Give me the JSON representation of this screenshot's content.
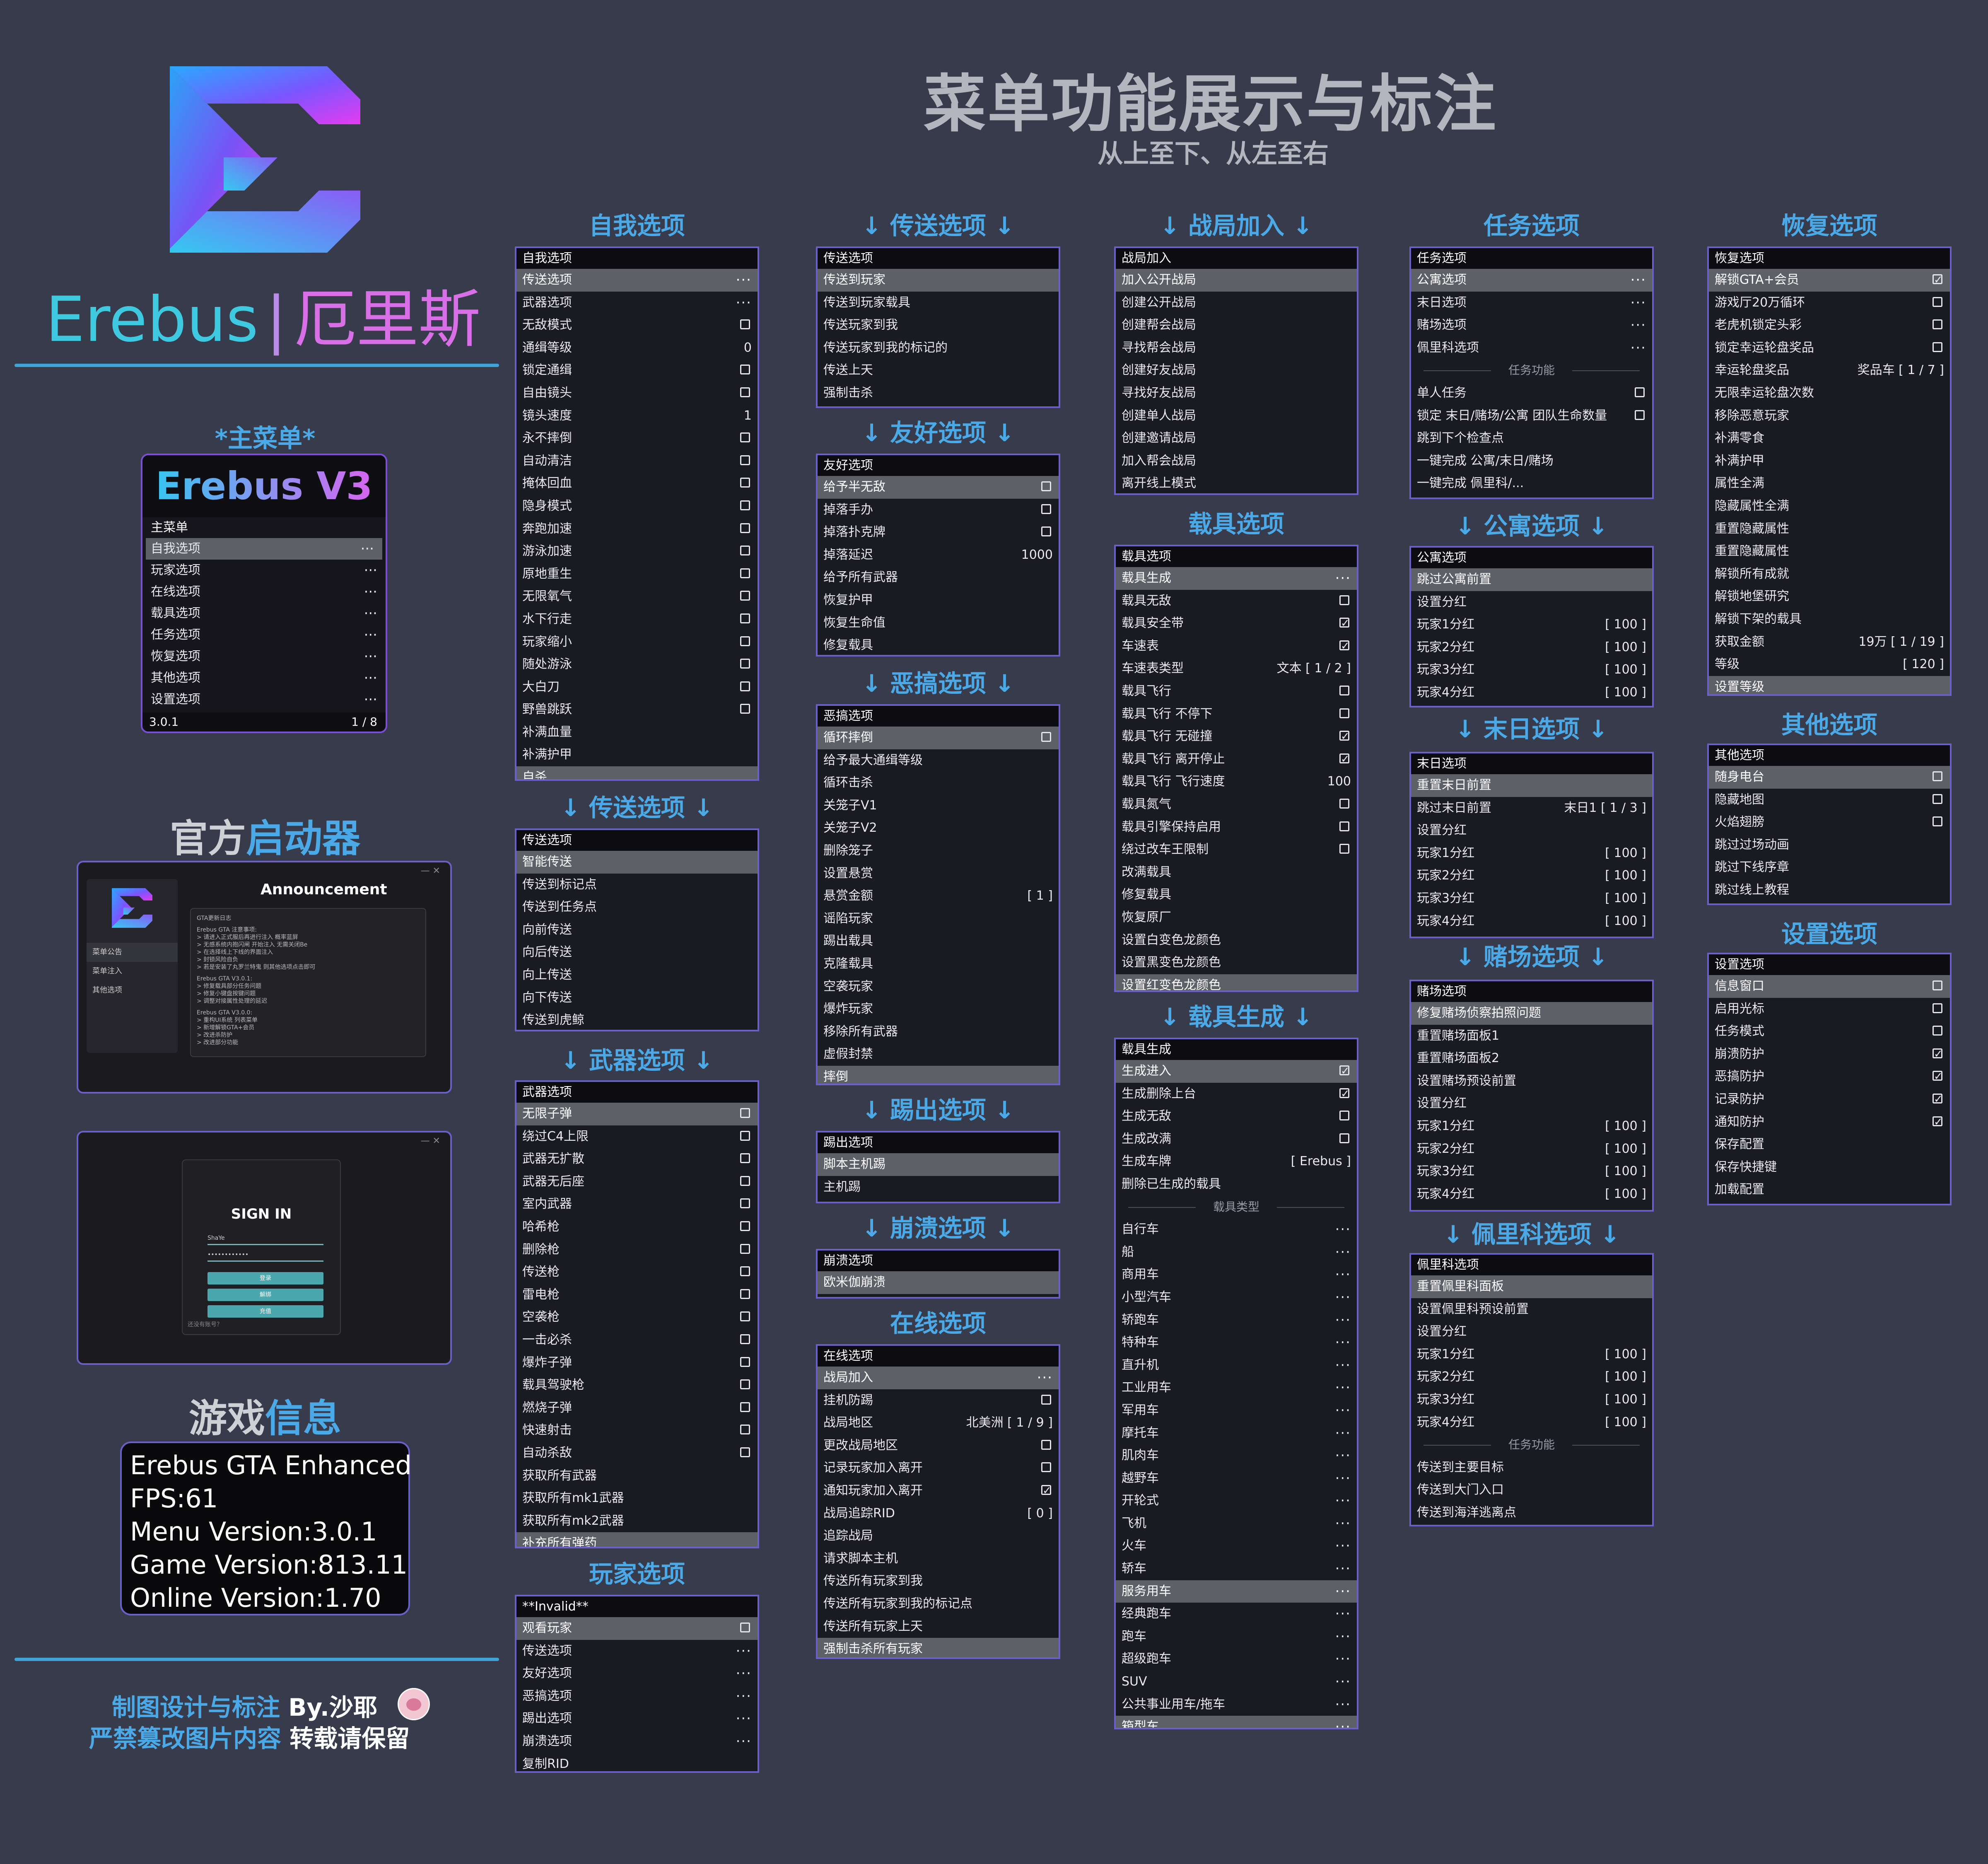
{
  "header": {
    "title": "菜单功能展示与标注",
    "subtitle": "从上至下、从左至右"
  },
  "brand": {
    "en": "Erebus",
    "sep": "|",
    "cn": "厄里斯"
  },
  "main_menu": {
    "section_title": "*主菜单*",
    "logo_text": "Erebus V3",
    "header": "主菜单",
    "items": [
      "自我选项",
      "玩家选项",
      "在线选项",
      "载具选项",
      "任务选项",
      "恢复选项",
      "其他选项",
      "设置选项"
    ],
    "version": "3.0.1",
    "page": "1 / 8"
  },
  "launcher": {
    "title_a": "官方",
    "title_b": "启动器",
    "nav": [
      "菜单公告",
      "菜单注入",
      "其他选项"
    ],
    "announcement_title": "Announcement",
    "announcement_lines": [
      "GTA更新日志",
      "",
      "Erebus GTA 注意事项:",
      "> 请进入正式服后再进行注入 概率蓝屏",
      "> 无感系统内抱闪闸 开始注入 无需关闭Be",
      "> 在选择线上下线的界面注入",
      "> 封锁风险自负",
      "> 若是安装了丸罗兰特鬼 则其他选项点击即可",
      "",
      "Erebus GTA V3.0.1:",
      "> 修复载具部分任务问题",
      "> 修复小键盘按键问题",
      "> 调整对接属性处理的延迟",
      "",
      "Erebus GTA V3.0.0:",
      "> 重构UI系统 列表菜单",
      "> 新增解锁GTA+会员",
      "> 改进杀防护",
      "> 改进部分功能"
    ],
    "signin_title": "SIGN IN",
    "username": "ShaYe",
    "password": "••••••••••••",
    "buttons": [
      "登录",
      "解绑",
      "充值"
    ],
    "signin_link": "还没有账号？"
  },
  "game_info": {
    "title_a": "游戏",
    "title_b": "信息",
    "lines": [
      "Erebus GTA Enhanced",
      "FPS:61",
      "Menu Version:3.0.1",
      "Game Version:813.11",
      "Online Version:1.70"
    ]
  },
  "credits": {
    "line1_a": "制图设计与标注",
    "line1_b": " By.沙耶",
    "line2_a": "严禁篡改图片内容",
    "line2_b": " 转载请保留"
  },
  "panels": [
    {
      "title": "自我选项",
      "header": "自我选项",
      "rows": [
        [
          "传送选项",
          "dots",
          1
        ],
        [
          "武器选项",
          "dots"
        ],
        [
          "无敌模式",
          "cb"
        ],
        [
          "通缉等级",
          "r:0"
        ],
        [
          "锁定通缉",
          "cb"
        ],
        [
          "自由镜头",
          "cb"
        ],
        [
          "镜头速度",
          "r:1"
        ],
        [
          "永不摔倒",
          "cb"
        ],
        [
          "自动清洁",
          "cb"
        ],
        [
          "掩体回血",
          "cb"
        ],
        [
          "隐身模式",
          "cb"
        ],
        [
          "奔跑加速",
          "cb"
        ],
        [
          "游泳加速",
          "cb"
        ],
        [
          "原地重生",
          "cb"
        ],
        [
          "无限氧气",
          "cb"
        ],
        [
          "水下行走",
          "cb"
        ],
        [
          "玩家缩小",
          "cb"
        ],
        [
          "随处游泳",
          "cb"
        ],
        [
          "大白刀",
          "cb"
        ],
        [
          "野兽跳跃",
          "cb"
        ],
        [
          "补满血量",
          ""
        ],
        [
          "补满护甲",
          ""
        ],
        [
          "自杀",
          "",
          1
        ]
      ]
    },
    {
      "title": "↓ 传送选项 ↓",
      "header": "传送选项",
      "rows": [
        [
          "智能传送",
          "",
          1
        ],
        [
          "传送到标记点",
          ""
        ],
        [
          "传送到任务点",
          ""
        ],
        [
          "向前传送",
          ""
        ],
        [
          "向后传送",
          ""
        ],
        [
          "向上传送",
          ""
        ],
        [
          "向下传送",
          ""
        ],
        [
          "传送到虎鲸",
          ""
        ]
      ]
    },
    {
      "title": "↓ 武器选项 ↓",
      "header": "武器选项",
      "rows": [
        [
          "无限子弹",
          "cb",
          1
        ],
        [
          "绕过C4上限",
          "cb"
        ],
        [
          "武器无扩散",
          "cb"
        ],
        [
          "武器无后座",
          "cb"
        ],
        [
          "室内武器",
          "cb"
        ],
        [
          "哈希枪",
          "cb"
        ],
        [
          "删除枪",
          "cb"
        ],
        [
          "传送枪",
          "cb"
        ],
        [
          "雷电枪",
          "cb"
        ],
        [
          "空袭枪",
          "cb"
        ],
        [
          "一击必杀",
          "cb"
        ],
        [
          "爆炸子弹",
          "cb"
        ],
        [
          "载具驾驶枪",
          "cb"
        ],
        [
          "燃烧子弹",
          "cb"
        ],
        [
          "快速射击",
          "cb"
        ],
        [
          "自动杀敌",
          "cb"
        ],
        [
          "获取所有武器",
          ""
        ],
        [
          "获取所有mk1武器",
          ""
        ],
        [
          "获取所有mk2武器",
          ""
        ],
        [
          "补充所有弹药",
          "",
          1
        ]
      ]
    },
    {
      "title": "玩家选项",
      "header": "**Invalid**",
      "rows": [
        [
          "观看玩家",
          "cb",
          1
        ],
        [
          "传送选项",
          "dots"
        ],
        [
          "友好选项",
          "dots"
        ],
        [
          "恶搞选项",
          "dots"
        ],
        [
          "踢出选项",
          "dots"
        ],
        [
          "崩溃选项",
          "dots"
        ],
        [
          "复制RID",
          ""
        ]
      ]
    },
    {
      "title": "↓ 传送选项 ↓",
      "header": "传送选项",
      "rows": [
        [
          "传送到玩家",
          "",
          1
        ],
        [
          "传送到玩家载具",
          ""
        ],
        [
          "传送玩家到我",
          ""
        ],
        [
          "传送玩家到我的标记的",
          ""
        ],
        [
          "传送上天",
          ""
        ],
        [
          "强制击杀",
          ""
        ]
      ]
    },
    {
      "title": "↓ 友好选项 ↓",
      "header": "友好选项",
      "rows": [
        [
          "给予半无敌",
          "cb",
          1
        ],
        [
          "掉落手办",
          "cb"
        ],
        [
          "掉落扑克牌",
          "cb"
        ],
        [
          "掉落延迟",
          "r:1000"
        ],
        [
          "给予所有武器",
          ""
        ],
        [
          "恢复护甲",
          ""
        ],
        [
          "恢复生命值",
          ""
        ],
        [
          "修复载具",
          ""
        ]
      ]
    },
    {
      "title": "↓ 恶搞选项 ↓",
      "header": "恶搞选项",
      "rows": [
        [
          "循环摔倒",
          "cb",
          1
        ],
        [
          "给予最大通缉等级",
          ""
        ],
        [
          "循环击杀",
          ""
        ],
        [
          "关笼子V1",
          ""
        ],
        [
          "关笼子V2",
          ""
        ],
        [
          "删除笼子",
          ""
        ],
        [
          "设置悬赏",
          ""
        ],
        [
          "悬赏金额",
          "r:[ 1 ]"
        ],
        [
          "谣陷玩家",
          ""
        ],
        [
          "踢出载具",
          ""
        ],
        [
          "克隆载具",
          ""
        ],
        [
          "空袭玩家",
          ""
        ],
        [
          "爆炸玩家",
          ""
        ],
        [
          "移除所有武器",
          ""
        ],
        [
          "虚假封禁",
          ""
        ],
        [
          "摔倒",
          "",
          1
        ]
      ]
    },
    {
      "title": "↓ 踢出选项 ↓",
      "header": "踢出选项",
      "rows": [
        [
          "脚本主机踢",
          "",
          1
        ],
        [
          "主机踢",
          ""
        ]
      ]
    },
    {
      "title": "↓ 崩溃选项 ↓",
      "header": "崩溃选项",
      "rows": [
        [
          "欧米伽崩溃",
          "",
          1
        ]
      ]
    },
    {
      "title": "在线选项",
      "header": "在线选项",
      "rows": [
        [
          "战局加入",
          "dots",
          1
        ],
        [
          "挂机防踢",
          "cb"
        ],
        [
          "战局地区",
          "r:北美洲 [ 1 / 9 ]"
        ],
        [
          "更改战局地区",
          "cb"
        ],
        [
          "记录玩家加入离开",
          "cb"
        ],
        [
          "通知玩家加入离开",
          "cbon"
        ],
        [
          "战局追踪RID",
          "r:[ 0 ]"
        ],
        [
          "追踪战局",
          ""
        ],
        [
          "请求脚本主机",
          ""
        ],
        [
          "传送所有玩家到我",
          ""
        ],
        [
          "传送所有玩家到我的标记点",
          ""
        ],
        [
          "传送所有玩家上天",
          ""
        ],
        [
          "强制击杀所有玩家",
          "",
          1
        ]
      ]
    },
    {
      "title": "↓ 战局加入 ↓",
      "header": "战局加入",
      "rows": [
        [
          "加入公开战局",
          "",
          1
        ],
        [
          "创建公开战局",
          ""
        ],
        [
          "创建帮会战局",
          ""
        ],
        [
          "寻找帮会战局",
          ""
        ],
        [
          "创建好友战局",
          ""
        ],
        [
          "寻找好友战局",
          ""
        ],
        [
          "创建单人战局",
          ""
        ],
        [
          "创建邀请战局",
          ""
        ],
        [
          "加入帮会战局",
          ""
        ],
        [
          "离开线上模式",
          ""
        ]
      ]
    },
    {
      "title": "载具选项",
      "header": "载具选项",
      "rows": [
        [
          "载具生成",
          "dots",
          1
        ],
        [
          "载具无敌",
          "cb"
        ],
        [
          "载具安全带",
          "cbon"
        ],
        [
          "车速表",
          "cbon"
        ],
        [
          "车速表类型",
          "r:文本 [ 1 / 2 ]"
        ],
        [
          "载具飞行",
          "cb"
        ],
        [
          "载具飞行 不停下",
          "cb"
        ],
        [
          "载具飞行 无碰撞",
          "cbon"
        ],
        [
          "载具飞行 离开停止",
          "cbon"
        ],
        [
          "载具飞行 飞行速度",
          "r:100"
        ],
        [
          "载具氮气",
          "cb"
        ],
        [
          "载具引擎保持启用",
          "cb"
        ],
        [
          "绕过改车王限制",
          "cb"
        ],
        [
          "改满载具",
          ""
        ],
        [
          "修复载具",
          ""
        ],
        [
          "恢复原厂",
          ""
        ],
        [
          "设置白变色龙颜色",
          ""
        ],
        [
          "设置黑变色龙颜色",
          ""
        ],
        [
          "设置红变色龙颜色",
          "",
          1
        ]
      ]
    },
    {
      "title": "↓ 载具生成 ↓",
      "header": "载具生成",
      "rows": [
        [
          "生成进入",
          "cbon",
          1
        ],
        [
          "生成删除上台",
          "cbon"
        ],
        [
          "生成无敌",
          "cb"
        ],
        [
          "生成改满",
          "cb"
        ],
        [
          "生成车牌",
          "r:[ Erebus ]"
        ],
        [
          "删除已生成的载具",
          ""
        ],
        [
          "载具类型",
          "sep"
        ],
        [
          "自行车",
          "dots"
        ],
        [
          "船",
          "dots"
        ],
        [
          "商用车",
          "dots"
        ],
        [
          "小型汽车",
          "dots"
        ],
        [
          "轿跑车",
          "dots"
        ],
        [
          "特种车",
          "dots"
        ],
        [
          "直升机",
          "dots"
        ],
        [
          "工业用车",
          "dots"
        ],
        [
          "军用车",
          "dots"
        ],
        [
          "摩托车",
          "dots"
        ],
        [
          "肌肉车",
          "dots"
        ],
        [
          "越野车",
          "dots"
        ],
        [
          "开轮式",
          "dots"
        ],
        [
          "飞机",
          "dots"
        ],
        [
          "火车",
          "dots"
        ],
        [
          "轿车",
          "dots"
        ],
        [
          "服务用车",
          "dots",
          1
        ],
        [
          "经典跑车",
          "dots"
        ],
        [
          "跑车",
          "dots"
        ],
        [
          "超级跑车",
          "dots"
        ],
        [
          "SUV",
          "dots"
        ],
        [
          "公共事业用车/拖车",
          "dots"
        ],
        [
          "箱型车",
          "dots",
          1
        ]
      ]
    },
    {
      "title": "任务选项",
      "header": "任务选项",
      "rows": [
        [
          "公寓选项",
          "dots",
          1
        ],
        [
          "末日选项",
          "dots"
        ],
        [
          "赌场选项",
          "dots"
        ],
        [
          "佩里科选项",
          "dots"
        ],
        [
          "任务功能",
          "sep"
        ],
        [
          "单人任务",
          "cb"
        ],
        [
          "锁定 末日/赌场/公寓 团队生命数量",
          "cb"
        ],
        [
          "跳到下个检查点",
          ""
        ],
        [
          "一键完成 公寓/末日/赌场",
          ""
        ],
        [
          "一键完成 佩里科/...",
          ""
        ]
      ]
    },
    {
      "title": "↓ 公寓选项 ↓",
      "header": "公寓选项",
      "rows": [
        [
          "跳过公寓前置",
          "",
          1
        ],
        [
          "设置分红",
          ""
        ],
        [
          "玩家1分红",
          "r:[ 100 ]"
        ],
        [
          "玩家2分红",
          "r:[ 100 ]"
        ],
        [
          "玩家3分红",
          "r:[ 100 ]"
        ],
        [
          "玩家4分红",
          "r:[ 100 ]"
        ]
      ]
    },
    {
      "title": "↓ 末日选项 ↓",
      "header": "末日选项",
      "rows": [
        [
          "重置末日前置",
          "",
          1
        ],
        [
          "跳过末日前置",
          "r:末日1 [ 1 / 3 ]"
        ],
        [
          "设置分红",
          ""
        ],
        [
          "玩家1分红",
          "r:[ 100 ]"
        ],
        [
          "玩家2分红",
          "r:[ 100 ]"
        ],
        [
          "玩家3分红",
          "r:[ 100 ]"
        ],
        [
          "玩家4分红",
          "r:[ 100 ]"
        ]
      ]
    },
    {
      "title": "↓ 赌场选项 ↓",
      "header": "赌场选项",
      "rows": [
        [
          "修复赌场侦察拍照问题",
          "",
          1
        ],
        [
          "重置赌场面板1",
          ""
        ],
        [
          "重置赌场面板2",
          ""
        ],
        [
          "设置赌场预设前置",
          ""
        ],
        [
          "设置分红",
          ""
        ],
        [
          "玩家1分红",
          "r:[ 100 ]"
        ],
        [
          "玩家2分红",
          "r:[ 100 ]"
        ],
        [
          "玩家3分红",
          "r:[ 100 ]"
        ],
        [
          "玩家4分红",
          "r:[ 100 ]"
        ]
      ]
    },
    {
      "title": "↓ 佩里科选项 ↓",
      "header": "佩里科选项",
      "rows": [
        [
          "重置佩里科面板",
          "",
          1
        ],
        [
          "设置佩里科预设前置",
          ""
        ],
        [
          "设置分红",
          ""
        ],
        [
          "玩家1分红",
          "r:[ 100 ]"
        ],
        [
          "玩家2分红",
          "r:[ 100 ]"
        ],
        [
          "玩家3分红",
          "r:[ 100 ]"
        ],
        [
          "玩家4分红",
          "r:[ 100 ]"
        ],
        [
          "任务功能",
          "sep"
        ],
        [
          "传送到主要目标",
          ""
        ],
        [
          "传送到大门入口",
          ""
        ],
        [
          "传送到海洋逃离点",
          ""
        ]
      ]
    },
    {
      "title": "恢复选项",
      "header": "恢复选项",
      "rows": [
        [
          "解锁GTA+会员",
          "cbon",
          1
        ],
        [
          "游戏厅20万循环",
          "cb"
        ],
        [
          "老虎机锁定头彩",
          "cb"
        ],
        [
          "锁定幸运轮盘奖品",
          "cb"
        ],
        [
          "幸运轮盘奖品",
          "r:奖品车 [ 1 / 7 ]"
        ],
        [
          "无限幸运轮盘次数",
          ""
        ],
        [
          "移除恶意玩家",
          ""
        ],
        [
          "补满零食",
          ""
        ],
        [
          "补满护甲",
          ""
        ],
        [
          "属性全满",
          ""
        ],
        [
          "隐藏属性全满",
          ""
        ],
        [
          "重置隐藏属性",
          ""
        ],
        [
          "重置隐藏属性",
          ""
        ],
        [
          "解锁所有成就",
          ""
        ],
        [
          "解锁地堡研究",
          ""
        ],
        [
          "解锁下架的载具",
          ""
        ],
        [
          "获取金额",
          "r:19万 [ 1 / 19 ]"
        ],
        [
          "等级",
          "r:[ 120 ]"
        ],
        [
          "设置等级",
          "",
          1
        ]
      ]
    },
    {
      "title": "其他选项",
      "header": "其他选项",
      "rows": [
        [
          "随身电台",
          "cb",
          1
        ],
        [
          "隐藏地图",
          "cb"
        ],
        [
          "火焰翅膀",
          "cb"
        ],
        [
          "跳过过场动画",
          ""
        ],
        [
          "跳过下线序章",
          ""
        ],
        [
          "跳过线上教程",
          ""
        ]
      ]
    },
    {
      "title": "设置选项",
      "header": "设置选项",
      "rows": [
        [
          "信息窗口",
          "cb",
          1
        ],
        [
          "启用光标",
          "cb"
        ],
        [
          "任务模式",
          "cb"
        ],
        [
          "崩溃防护",
          "cbon"
        ],
        [
          "恶搞防护",
          "cbon"
        ],
        [
          "记录防护",
          "cbon"
        ],
        [
          "通知防护",
          "cbon"
        ],
        [
          "保存配置",
          ""
        ],
        [
          "保存快捷键",
          ""
        ],
        [
          "加载配置",
          ""
        ]
      ]
    }
  ],
  "colors": {
    "background": "#383b4b",
    "accent_blue": "#4aa9e6",
    "panel_border": "#6b5fc8",
    "selected_row": "#5e6068"
  }
}
